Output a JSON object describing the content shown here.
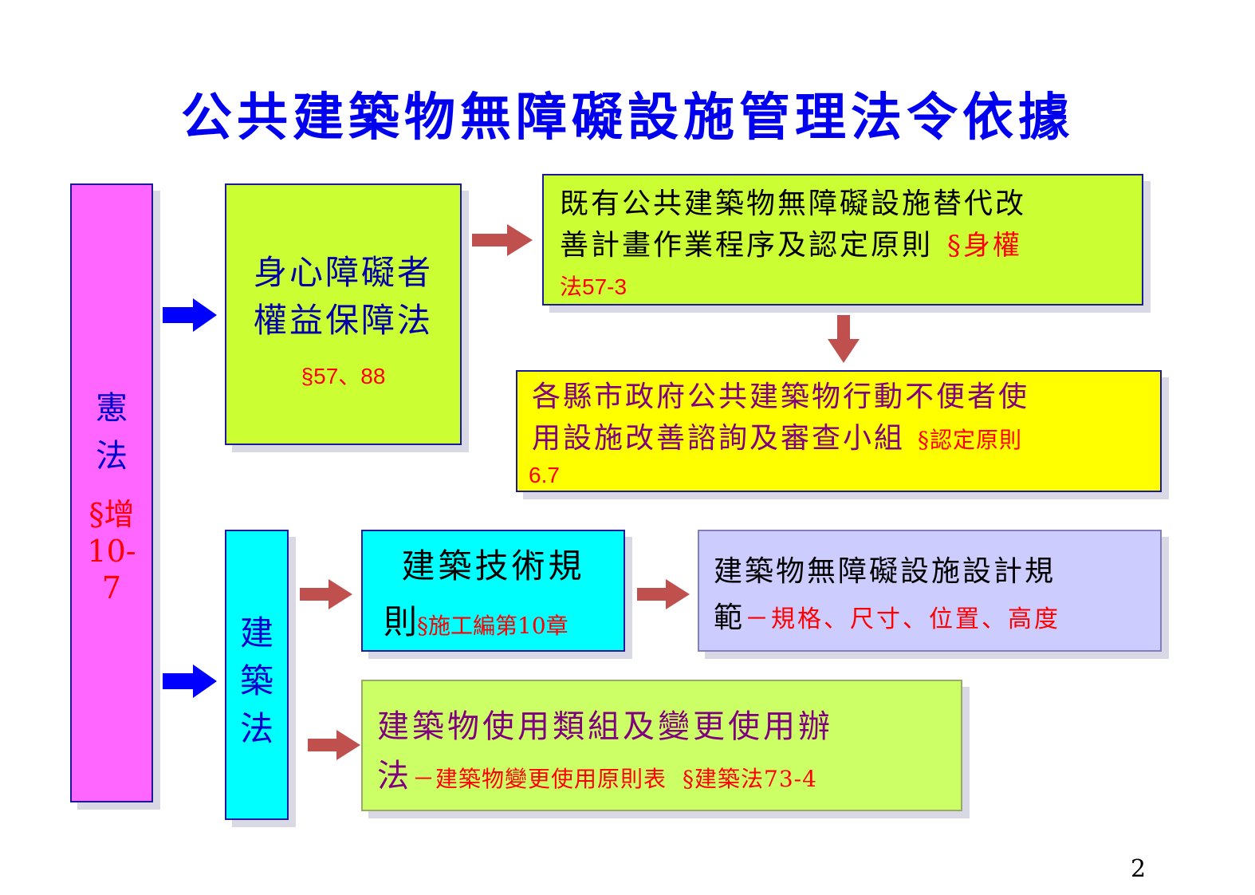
{
  "title": "公共建築物無障礙設施管理法令依據",
  "constitution": {
    "line1": "憲",
    "line2": "法",
    "ref1": "§增",
    "ref2": "10-",
    "ref3": "7"
  },
  "disability_law": {
    "line1": "身心障礙者",
    "line2": "權益保障法",
    "ref": "§57、88"
  },
  "building_act": {
    "line1": "建",
    "line2": "築",
    "line3": "法"
  },
  "existing_plan": {
    "line1": "既有公共建築物無障礙設施替代改",
    "line2": "善計畫作業程序及認定原則",
    "ref_part1": "§身權",
    "ref_part2": "法57-3"
  },
  "consult_group": {
    "line1": "各縣市政府公共建築物行動不便者使",
    "line2": "用設施改善諮詢及審查小組",
    "ref_part1": "§認定原則",
    "ref_part2": "6.7"
  },
  "tech_rules": {
    "line1": "建築技術規",
    "line2": "則",
    "ref": "§施工編第10章"
  },
  "design_spec": {
    "line1": "建築物無障礙設施設計規",
    "line2": "範",
    "note": "－規格、尺寸、位置、高度"
  },
  "use_change": {
    "line1": "建築物使用類組及變更使用辦",
    "line2": "法",
    "note": "－建築物變更使用原則表",
    "ref": "§建築法73-4"
  },
  "page_number": "2",
  "colors": {
    "title": "#0000ee",
    "arrow_blue": "#0000ff",
    "arrow_red": "#c0504d",
    "ref_red": "#ff0000"
  }
}
